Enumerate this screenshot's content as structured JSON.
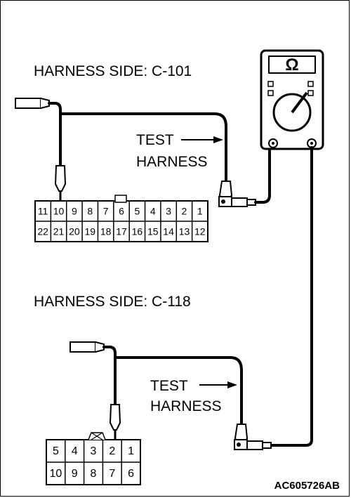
{
  "connector_c101": {
    "title": "HARNESS SIDE: C-101",
    "top_row": [
      "11",
      "10",
      "9",
      "8",
      "7",
      "6",
      "5",
      "4",
      "3",
      "2",
      "1"
    ],
    "bottom_row": [
      "22",
      "21",
      "20",
      "19",
      "18",
      "17",
      "16",
      "15",
      "14",
      "13",
      "12"
    ]
  },
  "connector_c118": {
    "title": "HARNESS SIDE: C-118",
    "top_row": [
      "5",
      "4",
      "3",
      "2",
      "1"
    ],
    "bottom_row": [
      "10",
      "9",
      "8",
      "7",
      "6"
    ]
  },
  "test_harness_1": {
    "line1": "TEST",
    "line2": "HARNESS"
  },
  "test_harness_2": {
    "line1": "TEST",
    "line2": "HARNESS"
  },
  "multimeter": {
    "symbol": "Ω"
  },
  "figure_code": "AC605726AB"
}
